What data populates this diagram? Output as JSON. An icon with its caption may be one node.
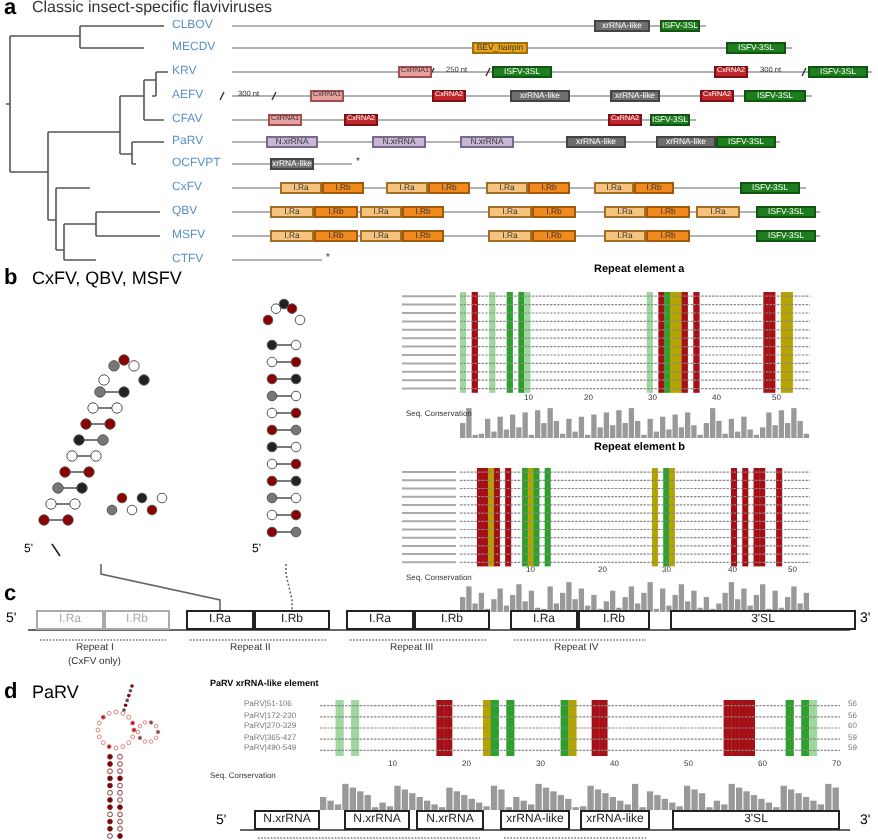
{
  "diagram": {
    "nodes": [
      {
        "text": [
          "xrRNA-like"
        ]
      },
      {
        "text": [
          "ISFV-3SL"
        ]
      },
      {
        "text": [
          "BEV_hairpin"
        ]
      },
      {
        "text": [
          "ISFV-3SL"
        ]
      },
      {
        "text": [
          "CxRNA1"
        ]
      },
      {
        "text": [
          "ISFV-3SL"
        ]
      },
      {
        "text": [
          "CxRNA2"
        ]
      },
      {
        "text": [
          "ISFV-3SL"
        ]
      },
      {
        "text": [
          "CxRNA1"
        ]
      },
      {
        "text": [
          "CxRNA2"
        ]
      },
      {
        "text": [
          "xrRNA-like"
        ]
      },
      {
        "text": [
          "xrRNA-like"
        ]
      },
      {
        "text": [
          "CxRNA2"
        ]
      },
      {
        "text": [
          "ISFV-3SL"
        ]
      },
      {
        "text": [
          "CxRNA1"
        ]
      },
      {
        "text": [
          "CxRNA2"
        ]
      },
      {
        "text": [
          "CxRNA2"
        ]
      },
      {
        "text": [
          "ISFV-3SL"
        ]
      },
      {
        "text": [
          "N.xrRNA"
        ]
      },
      {
        "text": [
          "N.xrRNA"
        ]
      },
      {
        "text": [
          "N.xrRNA"
        ]
      },
      {
        "text": [
          "xrRNA-like"
        ]
      },
      {
        "text": [
          "xrRNA-like"
        ]
      },
      {
        "text": [
          "ISFV-3SL"
        ]
      },
      {
        "text": [
          "xrRNA-like"
        ]
      },
      {
        "text": [
          "I.Ra"
        ]
      },
      {
        "text": [
          "I.Rb"
        ]
      },
      {
        "text": [
          "I.Ra"
        ]
      },
      {
        "text": [
          "I.Rb"
        ]
      },
      {
        "text": [
          "I.Ra"
        ]
      },
      {
        "text": [
          "I.Rb"
        ]
      },
      {
        "text": [
          "I.Ra"
        ]
      },
      {
        "text": [
          "I.Rb"
        ]
      },
      {
        "text": [
          "ISFV-3SL"
        ]
      },
      {
        "text": [
          "I.Ra"
        ]
      },
      {
        "text": [
          "I.Rb"
        ]
      },
      {
        "text": [
          "I.Ra"
        ]
      },
      {
        "text": [
          "I.Rb"
        ]
      },
      {
        "text": [
          "I.Ra"
        ]
      },
      {
        "text": [
          "I.Rb"
        ]
      },
      {
        "text": [
          "I.Ra"
        ]
      },
      {
        "text": [
          "I.Rb"
        ]
      },
      {
        "text": [
          "I.Ra"
        ]
      },
      {
        "text": [
          "ISFV-3SL"
        ]
      },
      {
        "text": [
          "I.Ra"
        ]
      },
      {
        "text": [
          "I.Rb"
        ]
      },
      {
        "text": [
          "I.Ra"
        ]
      },
      {
        "text": [
          "I.Rb"
        ]
      },
      {
        "text": [
          "I.Ra"
        ]
      },
      {
        "text": [
          "I.Rb"
        ]
      },
      {
        "text": [
          "I.Ra"
        ]
      },
      {
        "text": [
          "I.Rb"
        ]
      },
      {
        "text": [
          "ISFV-3SL"
        ]
      },
      {
        "text": [],
        "shape": "picture"
      },
      {
        "text": [],
        "shape": "picture"
      },
      {
        "text": [
          "I.Ra"
        ]
      },
      {
        "text": [
          "I.Rb"
        ]
      },
      {
        "text": [
          "I.Ra"
        ]
      },
      {
        "text": [
          "I.Rb"
        ]
      },
      {
        "text": [
          "I.Ra"
        ]
      },
      {
        "text": [
          "I.Rb"
        ]
      },
      {
        "text": [
          "I.Ra"
        ]
      },
      {
        "text": [
          "I.Rb"
        ]
      },
      {
        "text": [
          "3'SL"
        ]
      },
      {
        "text": [
          "N.xrRNA"
        ]
      },
      {
        "text": [
          "N.xrRNA"
        ]
      },
      {
        "text": [
          "N.xrRNA"
        ]
      },
      {
        "text": [
          "xrRNA-like"
        ]
      },
      {
        "text": [
          "xrRNA-like"
        ]
      },
      {
        "text": [
          "3'SL"
        ]
      }
    ],
    "edges": [
      {
        "from": 53,
        "to": 57,
        "arrow": "none"
      },
      {
        "from": 54,
        "to": 58,
        "arrow": "none",
        "style": "dashed"
      }
    ],
    "labels": [
      "a",
      "Classic insect-specific flaviviruses",
      "CLBOV",
      "MECDV",
      "KRV",
      "AEFV",
      "CFAV",
      "PaRV",
      "OCFVPT",
      "CxFV",
      "QBV",
      "MSFV",
      "CTFV",
      "250 nt",
      "300 nt",
      "300 nt",
      "*",
      "*",
      "b",
      "CxFV, QBV, MSFV",
      "5'",
      "5'",
      "Repeat element a",
      "Seq. Conservation",
      "10",
      "20",
      "30",
      "40",
      "50",
      "Repeat element b",
      "Seq. Conservation",
      "10",
      "20",
      "30",
      "40",
      "50",
      "c",
      "5'",
      "3'",
      "Repeat I",
      "(CxFV only)",
      "Repeat II",
      "Repeat III",
      "Repeat IV",
      "d",
      "PaRV",
      "PaRV xrRNA-like element",
      "PaRV|51-106",
      "PaRV|172-230",
      "PaRV|270-329",
      "PaRV|365-427",
      "PaRV|490-549",
      "56",
      "56",
      "60",
      "59",
      "59",
      "10",
      "20",
      "30",
      "40",
      "50",
      "60",
      "70",
      "Seq. Conservation",
      "5'",
      "3'"
    ]
  }
}
